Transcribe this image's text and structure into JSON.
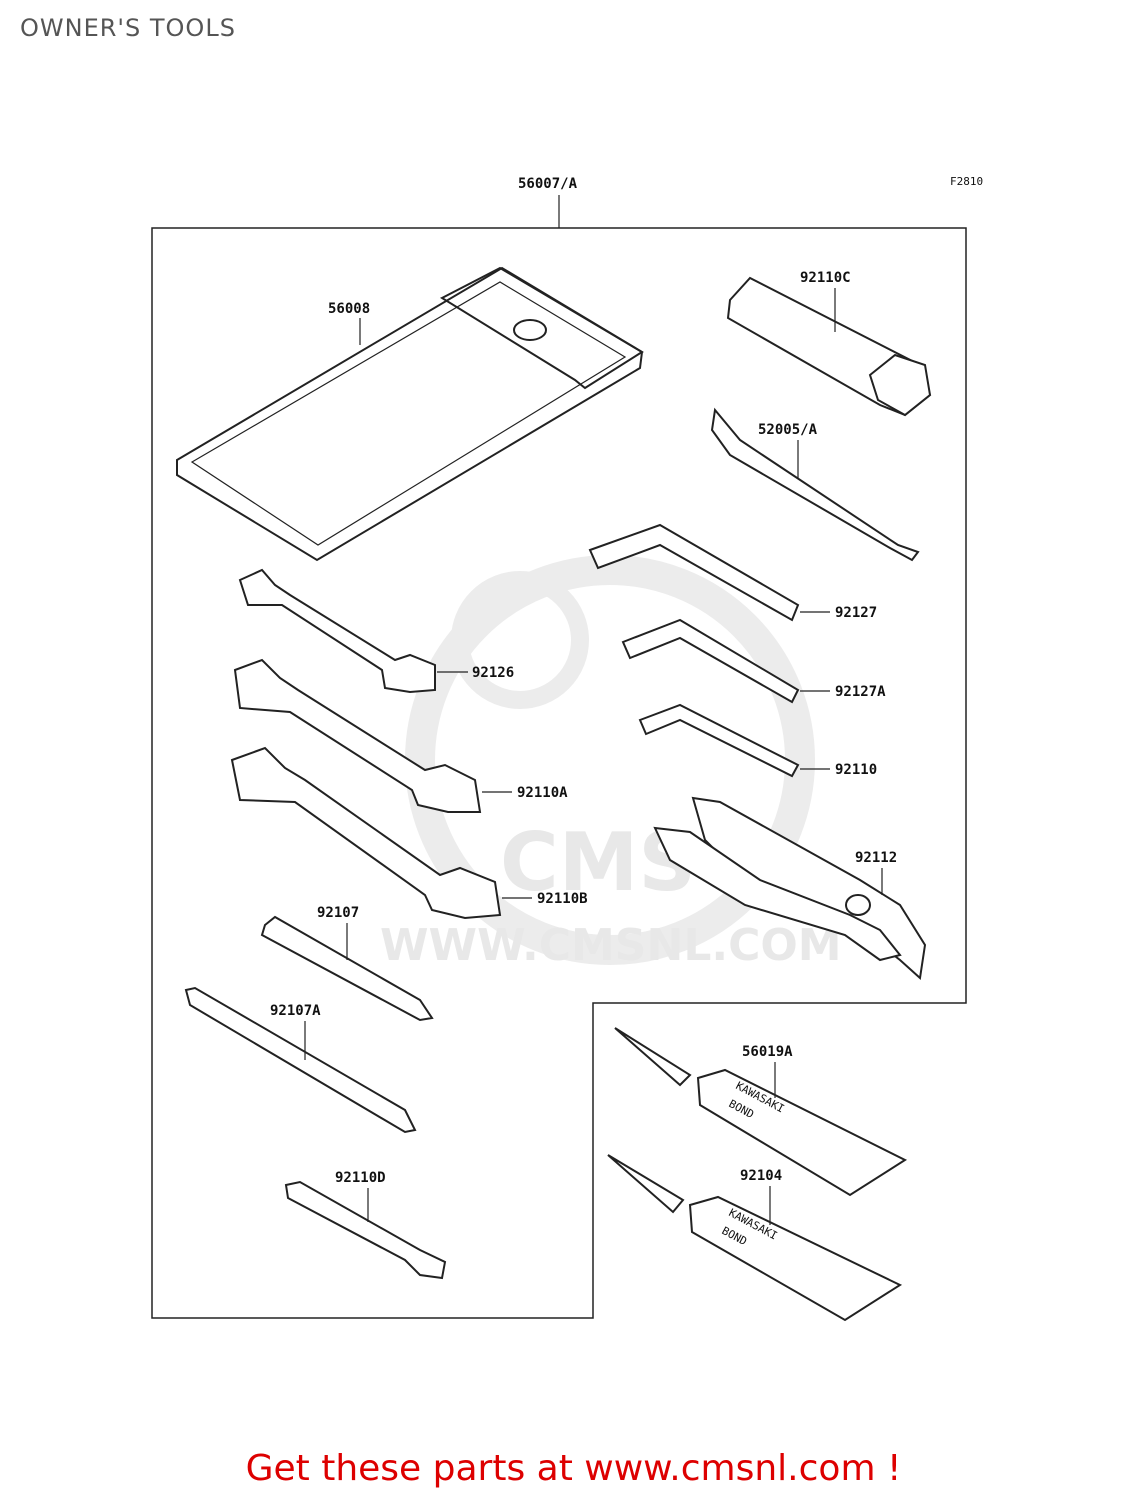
{
  "page_title": "OWNER'S TOOLS",
  "figure_ref": "F2810",
  "watermark": {
    "brand": "CMS",
    "url": "WWW.CMSNL.COM"
  },
  "parts": {
    "kit": "56007/A",
    "pouch": "56008",
    "plug_wrench": "92110C",
    "extension": "52005/A",
    "hex_1": "92127",
    "hex_2": "92127A",
    "hex_3": "92110",
    "wrench_1": "92126",
    "wrench_2": "92110A",
    "wrench_3": "92110B",
    "pliers": "92112",
    "screwdriver": "92107",
    "screwdriver_handle": "92107A",
    "spoke_wrench": "92110D",
    "bond_1": "56019A",
    "bond_2": "92104"
  },
  "tube_text": {
    "line1": "KAWASAKI",
    "line2": "BOND"
  },
  "footer": "Get these parts at www.cmsnl.com !"
}
